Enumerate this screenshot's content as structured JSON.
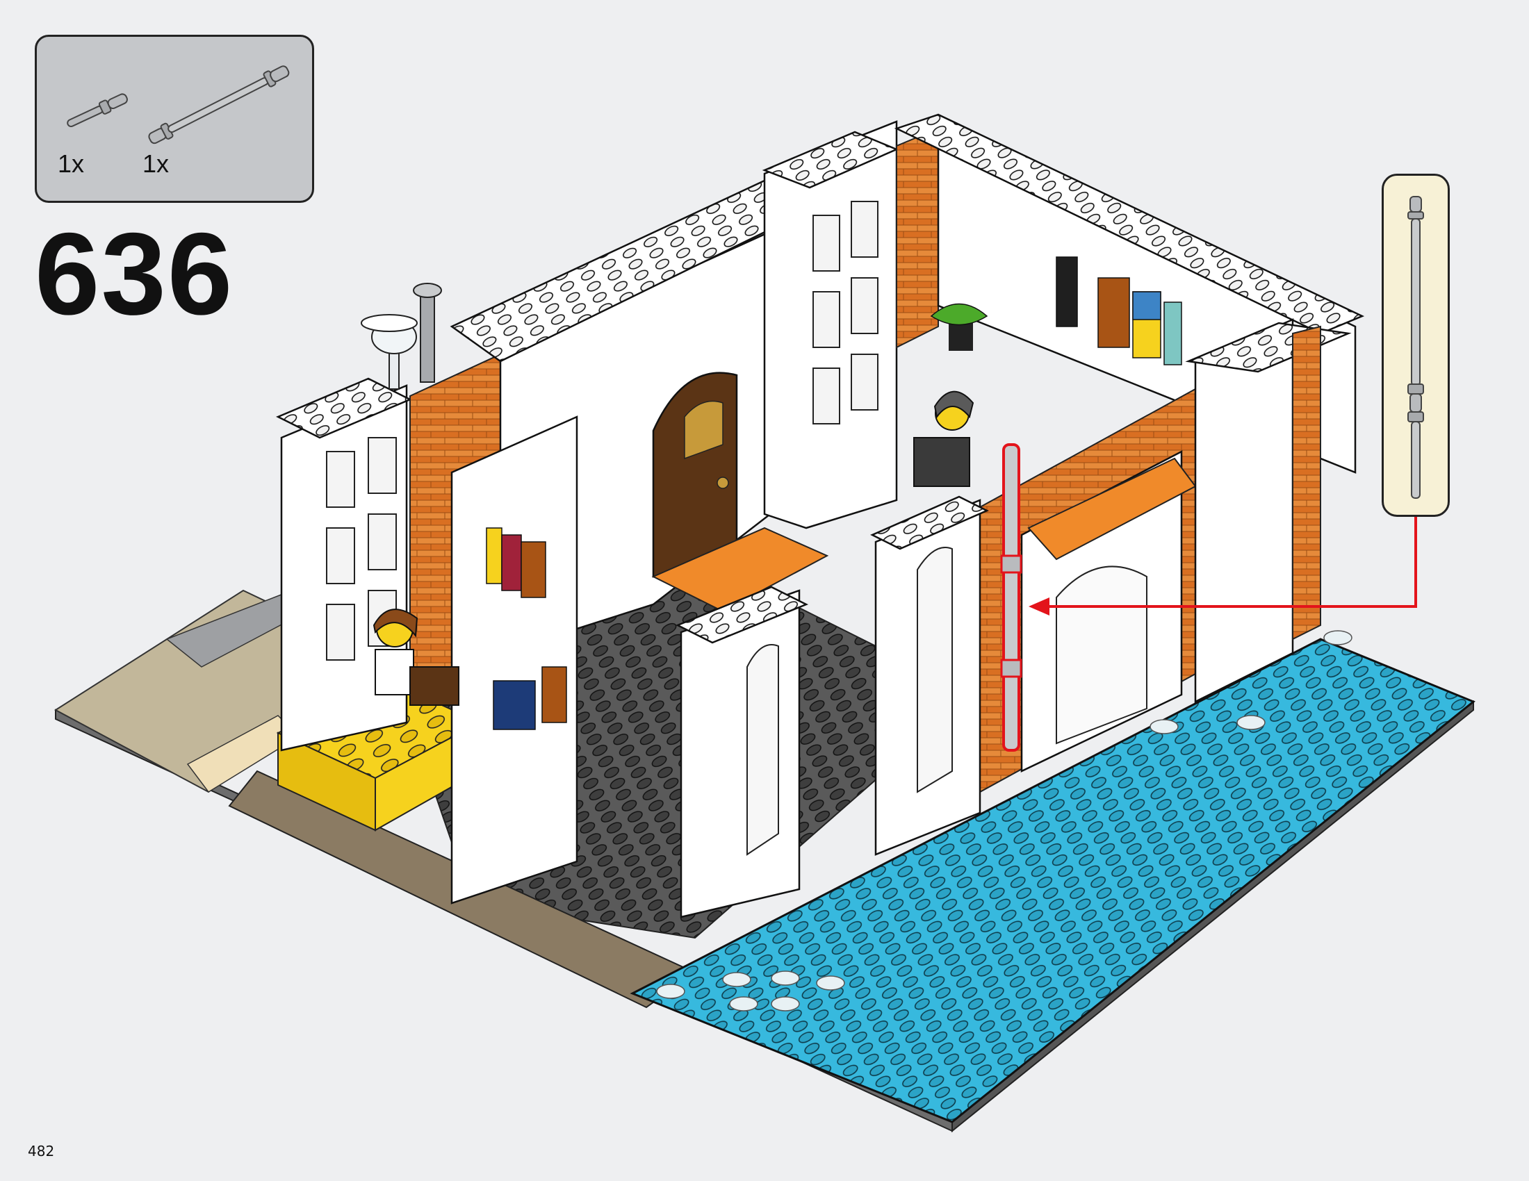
{
  "parts_list": {
    "items": [
      {
        "name": "short-axle-pin",
        "quantity": "1x",
        "color": "#a8aaad"
      },
      {
        "name": "long-bar",
        "quantity": "1x",
        "color": "#a8aaad"
      }
    ]
  },
  "step": {
    "number": "636"
  },
  "page": {
    "number": "482"
  },
  "colors": {
    "baseplate_blue": "#37b9de",
    "orange_brick": "#e07a2a",
    "yellow_plate": "#f6d21e",
    "dark_gray_plate": "#5a5a5a",
    "tan_tile": "#c2b79a",
    "callout_background": "#f7f1d6",
    "highlight_red": "#e3141b"
  }
}
